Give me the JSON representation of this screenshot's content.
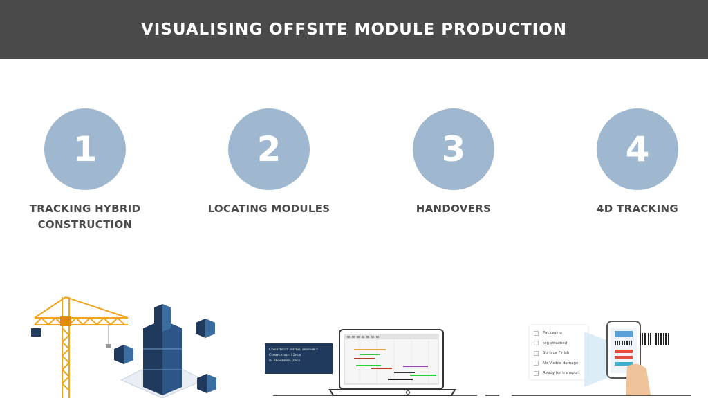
{
  "title": "VISUALISING OFFSITE MODULE PRODUCTION",
  "steps": [
    {
      "number": "1",
      "label_line1": "TRACKING HYBRID",
      "label_line2": "CONSTRUCTION"
    },
    {
      "number": "2",
      "label_line1": "LOCATING MODULES",
      "label_line2": ""
    },
    {
      "number": "3",
      "label_line1": "HANDOVERS",
      "label_line2": ""
    },
    {
      "number": "4",
      "label_line1": "4D TRACKING",
      "label_line2": ""
    }
  ],
  "info_box": {
    "title": "Construct initial assembly",
    "completed": "Completed: 12pcs",
    "in_progress": "in progress: 2pcs"
  },
  "checklist": [
    "Packaging",
    "teg attached",
    "Surface Finish",
    "No Visible damage",
    "Ready for transport"
  ],
  "colors": {
    "header_bg": "#4a4a4a",
    "circle": "#9fb8d0",
    "label_text": "#4a4a4a",
    "crane": "#f2a51a",
    "module_dark": "#1f3a5c",
    "module_light": "#3a6ea0"
  }
}
